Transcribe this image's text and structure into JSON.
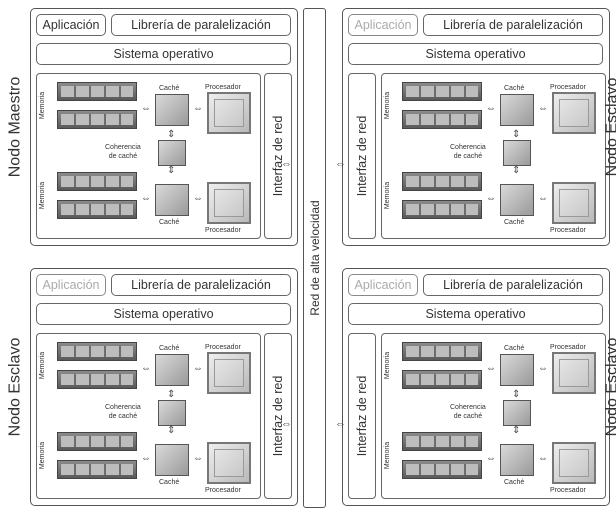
{
  "bus_label": "Red de alta velocidad",
  "labels": {
    "application": "Aplicación",
    "library": "Librería de paralelización",
    "os": "Sistema operativo",
    "memory": "Memoria",
    "cache": "Caché",
    "processor": "Procesador",
    "coherence": "Coherencia\nde caché",
    "interface": "Interfaz de red"
  },
  "nodes": [
    {
      "label": "Nodo Maestro",
      "app_active": true
    },
    {
      "label": "Nodo Esclavo",
      "app_active": false
    },
    {
      "label": "Nodo Esclavo",
      "app_active": false
    },
    {
      "label": "Nodo Esclavo",
      "app_active": false
    }
  ],
  "colors": {
    "border": "#555555",
    "dim_text": "#aaaaaa"
  }
}
